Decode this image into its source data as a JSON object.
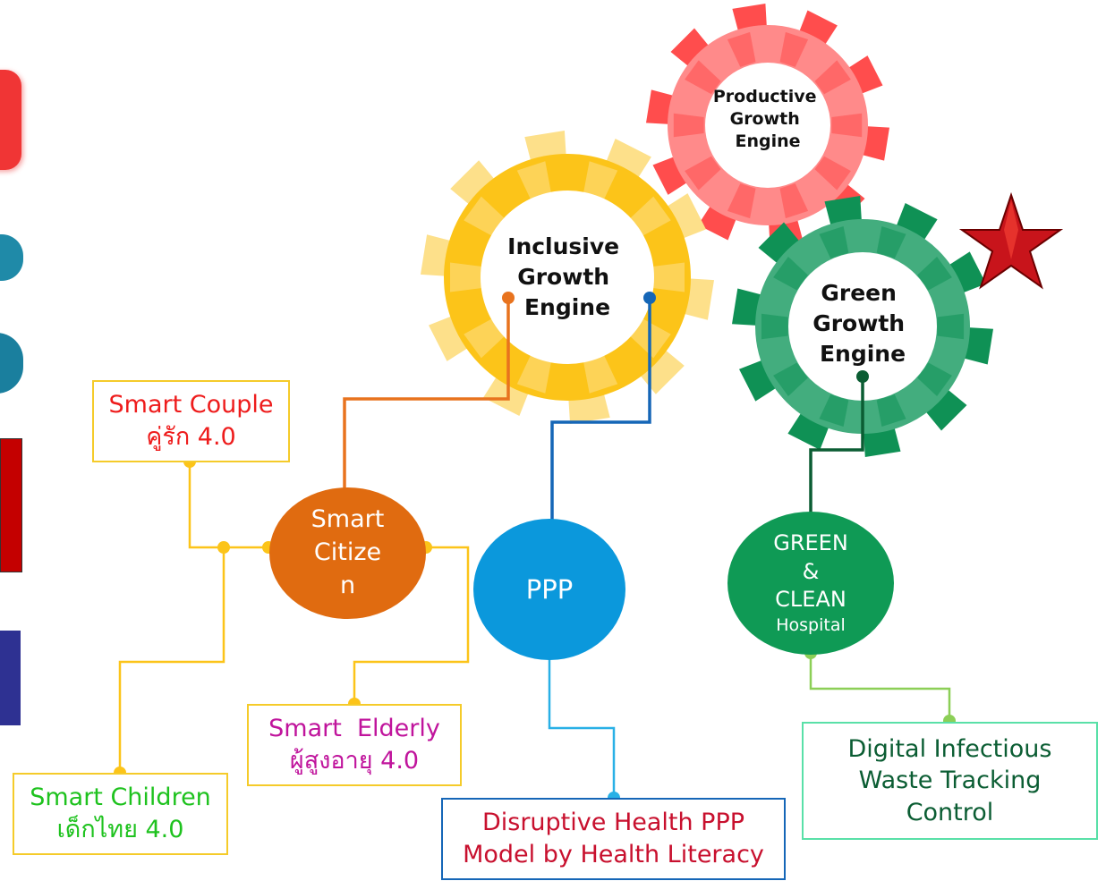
{
  "colors": {
    "yellow": "#fcc419",
    "yellow_light": "#fde08a",
    "red_gear": "#ff4d4d",
    "red_gear_light": "#ff8a8a",
    "green_gear": "#43ad7e",
    "green_gear_dark": "#0f9155",
    "orange_line": "#e8731e",
    "blue_line": "#1566b7",
    "dark_green_line": "#0b5d33",
    "smart_citizen": "#e06b10",
    "ppp": "#0b98dc",
    "green_clean": "#0f9a55",
    "light_green_line": "#8ccf57",
    "sky_line": "#29b0e6"
  },
  "gears": {
    "productive": {
      "lines": [
        "Productive",
        "Growth",
        "Engine"
      ]
    },
    "inclusive": {
      "lines": [
        "Inclusive",
        "Growth",
        "Engine"
      ]
    },
    "green": {
      "lines": [
        "Green",
        "Growth",
        "Engine"
      ]
    }
  },
  "nodes": {
    "smart_citizen": [
      "Smart",
      "Citize",
      "n"
    ],
    "ppp": "PPP",
    "green_clean": {
      "l1": "GREEN",
      "l2": "&",
      "l3": "CLEAN",
      "l4": "Hospital"
    }
  },
  "boxes": {
    "smart_couple": {
      "l1": "Smart Couple",
      "l2": "คู่รัก 4.0"
    },
    "smart_children": {
      "l1": "Smart Children",
      "l2": "เด็กไทย 4.0"
    },
    "smart_elderly": {
      "l1": "Smart  Elderly",
      "l2": "ผู้สูงอายุ 4.0"
    },
    "disruptive": {
      "l1": "Disruptive Health PPP",
      "l2": "Model by Health Literacy"
    },
    "digital_waste": {
      "l1": "Digital Infectious",
      "l2": "Waste Tracking",
      "l3": "Control"
    }
  }
}
